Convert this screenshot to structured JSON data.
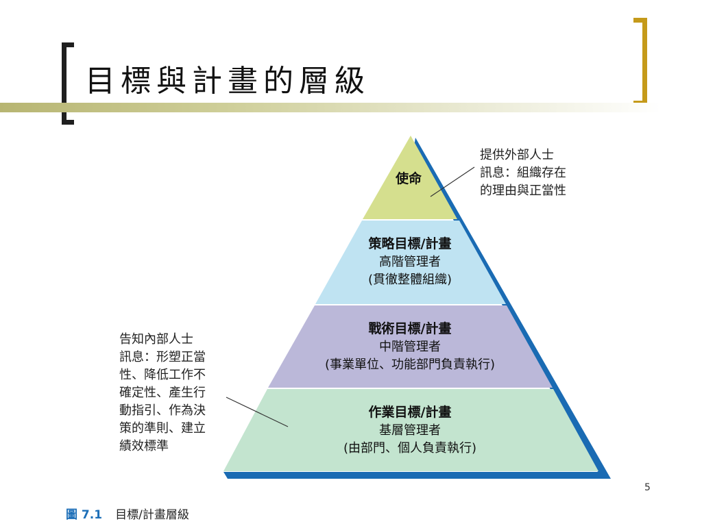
{
  "slide": {
    "title": "目標與計畫的層級",
    "page_number": "5"
  },
  "colors": {
    "mission": "#d5df8e",
    "strategic": "#bfe3f2",
    "tactical": "#bbb8d9",
    "operational": "#c3e4cf",
    "pyramid_edge": "#1a6bb3",
    "accent_bracket": "#c59a1a",
    "caption_label": "#1d6fb8"
  },
  "pyramid": {
    "tiers": [
      {
        "id": "mission",
        "lines": [
          "使命"
        ]
      },
      {
        "id": "strategic",
        "lines": [
          "策略目標/計畫",
          "高階管理者",
          "(貫徹整體組織)"
        ]
      },
      {
        "id": "tactical",
        "lines": [
          "戰術目標/計畫",
          "中階管理者",
          "(事業單位、功能部門負責執行)"
        ]
      },
      {
        "id": "operational",
        "lines": [
          "作業目標/計畫",
          "基層管理者",
          "(由部門、個人負責執行)"
        ]
      }
    ]
  },
  "annotations": {
    "external": [
      "提供外部人士",
      "訊息：組織存在",
      "的理由與正當性"
    ],
    "internal": [
      "告知內部人士",
      "訊息：形塑正當",
      "性、降低工作不",
      "確定性、產生行",
      "動指引、作為決",
      "策的準則、建立",
      "績效標準"
    ]
  },
  "caption": {
    "label": "圖 7.1",
    "text": "目標/計畫層級"
  }
}
